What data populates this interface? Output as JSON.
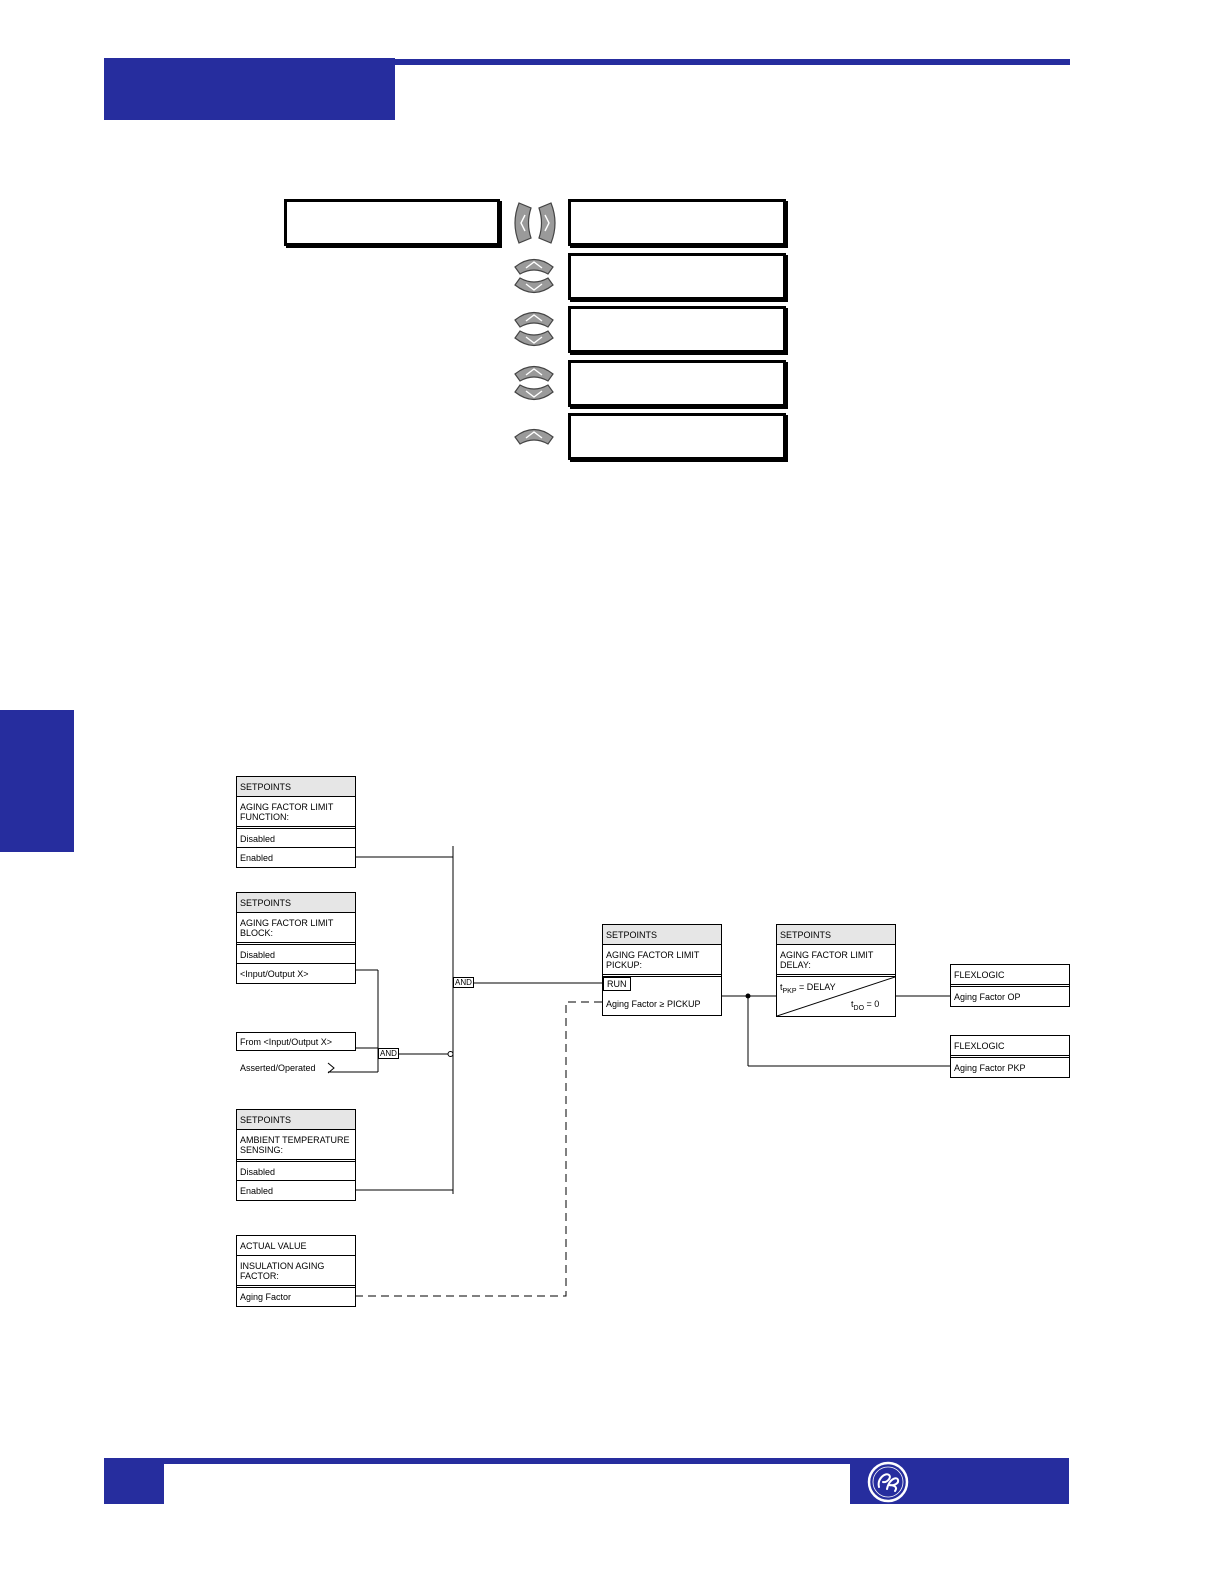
{
  "colors": {
    "brand": "#262d9e",
    "block_header": "#e6e6e6"
  },
  "logic": {
    "function_block": {
      "header": "SETPOINTS",
      "title": "AGING  FACTOR  LIMIT\nFUNCTION:",
      "opt1": "Disabled",
      "opt2": "Enabled"
    },
    "block_block": {
      "header": "SETPOINTS",
      "title": "AGING  FACTOR  LIMIT\nBLOCK:",
      "opt1": "Disabled",
      "opt2": "<Input/Output  X>"
    },
    "from_box": "From  <Input/Output  X>",
    "asserted_label": "Asserted/Operated",
    "and_gate_1": "AND",
    "and_gate_2": "AND",
    "ambient_block": {
      "header": "SETPOINTS",
      "title": "AMBIENT  TEMPERATURE\nSENSING:",
      "opt1": "Disabled",
      "opt2": "Enabled"
    },
    "actual_block": {
      "header": "ACTUAL  VALUE",
      "title": "INSULATION  AGING\nFACTOR:",
      "value": "Aging  Factor"
    },
    "pickup_block": {
      "header": "SETPOINTS",
      "title": "AGING  FACTOR  LIMIT\nPICKUP:",
      "run": "RUN",
      "compare": "Aging  Factor  ≥  PICKUP"
    },
    "delay_block": {
      "header": "SETPOINTS",
      "title": "AGING  FACTOR  LIMIT\nDELAY:",
      "tpkp": "t",
      "tpkp_sub": "PKP",
      "tpkp_val": "=  DELAY",
      "tdo": "t",
      "tdo_sub": "DO",
      "tdo_val": "=  0"
    },
    "flex_op": {
      "header": "FLEXLOGIC",
      "value": "Aging  Factor  OP"
    },
    "flex_pkp": {
      "header": "FLEXLOGIC",
      "value": "Aging  Factor  PKP"
    }
  }
}
